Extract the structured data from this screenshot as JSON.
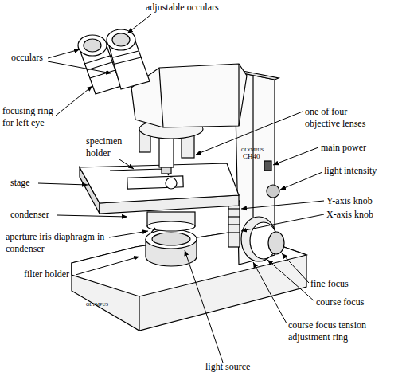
{
  "diagram": {
    "labels": [
      "adjustable occulars",
      "occulars",
      "focusing ring for left eye",
      "specimen holder",
      "stage",
      "condenser",
      "aperture iris diaphragm in condenser",
      "filter holder",
      "one of four objective lenses",
      "main power",
      "light intensity",
      "Y-axis knob",
      "X-axis knob",
      "fine focus",
      "course focus",
      "course focus tension adjustment ring",
      "light source",
      "OLYMPUS",
      "CH40",
      "OLYMPUS"
    ]
  }
}
